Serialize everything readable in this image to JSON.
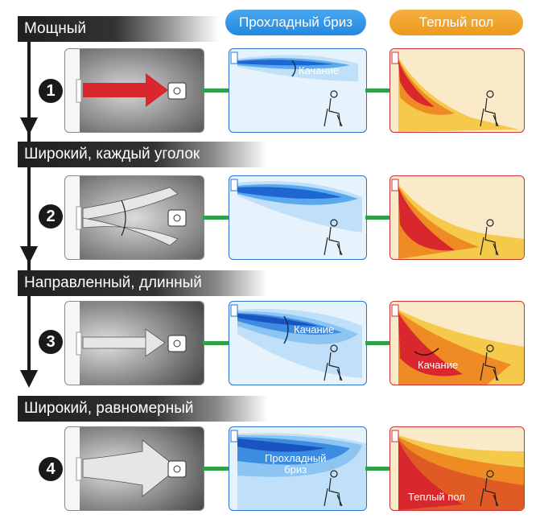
{
  "headers": {
    "cool": "Прохладный бриз",
    "warm": "Теплый пол"
  },
  "modes": [
    {
      "number": "1",
      "title": "Мощный"
    },
    {
      "number": "2",
      "title": "Широкий, каждый уголок"
    },
    {
      "number": "3",
      "title": "Направленный, длинный"
    },
    {
      "number": "4",
      "title": "Широкий, равномерный"
    }
  ],
  "labels": {
    "swing": "Качание",
    "cool_breeze_line1": "Прохладный",
    "cool_breeze_line2": "бриз",
    "warm_floor": "Теплый пол"
  },
  "colors": {
    "arrow_red": "#d8282e",
    "connector_green": "#2fa04a",
    "cool_accent": "#2288e0",
    "warm_accent": "#ec9a1c"
  }
}
